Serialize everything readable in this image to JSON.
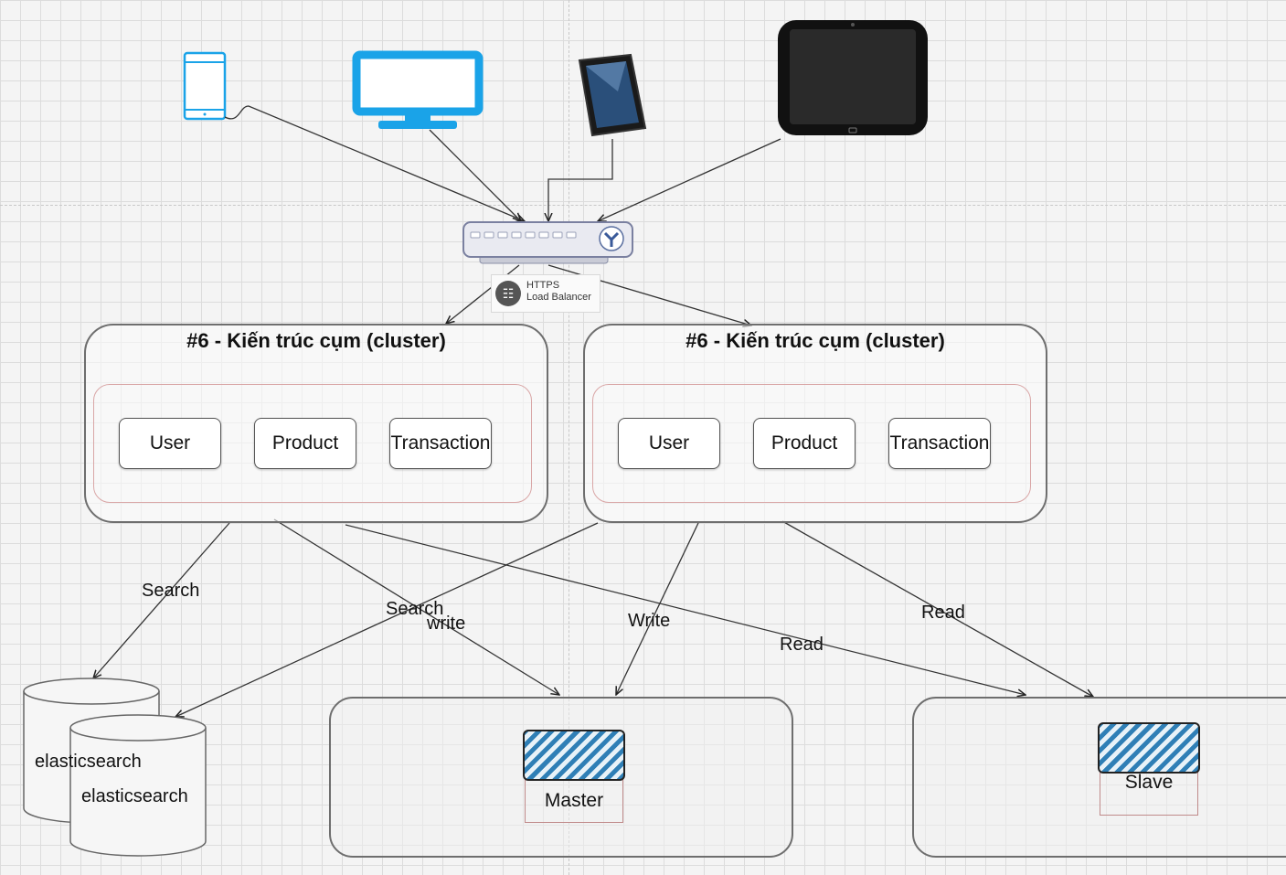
{
  "clusters": [
    {
      "title": "#6 - Kiến trúc cụm (cluster)",
      "services": [
        "User",
        "Product",
        "Transaction"
      ]
    },
    {
      "title": "#6 - Kiến trúc cụm (cluster)",
      "services": [
        "User",
        "Product",
        "Transaction"
      ]
    }
  ],
  "load_balancer": {
    "protocol": "HTTPS",
    "name": "Load Balancer",
    "icon": "load-balancer-icon"
  },
  "clients": [
    "mobile-phone-icon",
    "desktop-monitor-icon",
    "ipad-tablet-icon",
    "black-tablet-icon"
  ],
  "datastores": {
    "elasticsearch": [
      "elasticsearch",
      "elasticsearch"
    ],
    "master": "Master",
    "slave": "Slave"
  },
  "edges": {
    "search_left": "Search",
    "search_right": "Search",
    "write_left": "write",
    "write_right": "Write",
    "read_left": "Read",
    "read_right": "Read"
  },
  "colors": {
    "device_blue": "#1aa3e8",
    "hatch_blue": "#2f7fb6",
    "cluster_border": "#6e6e6e",
    "inner_border": "#d9a6a6"
  }
}
